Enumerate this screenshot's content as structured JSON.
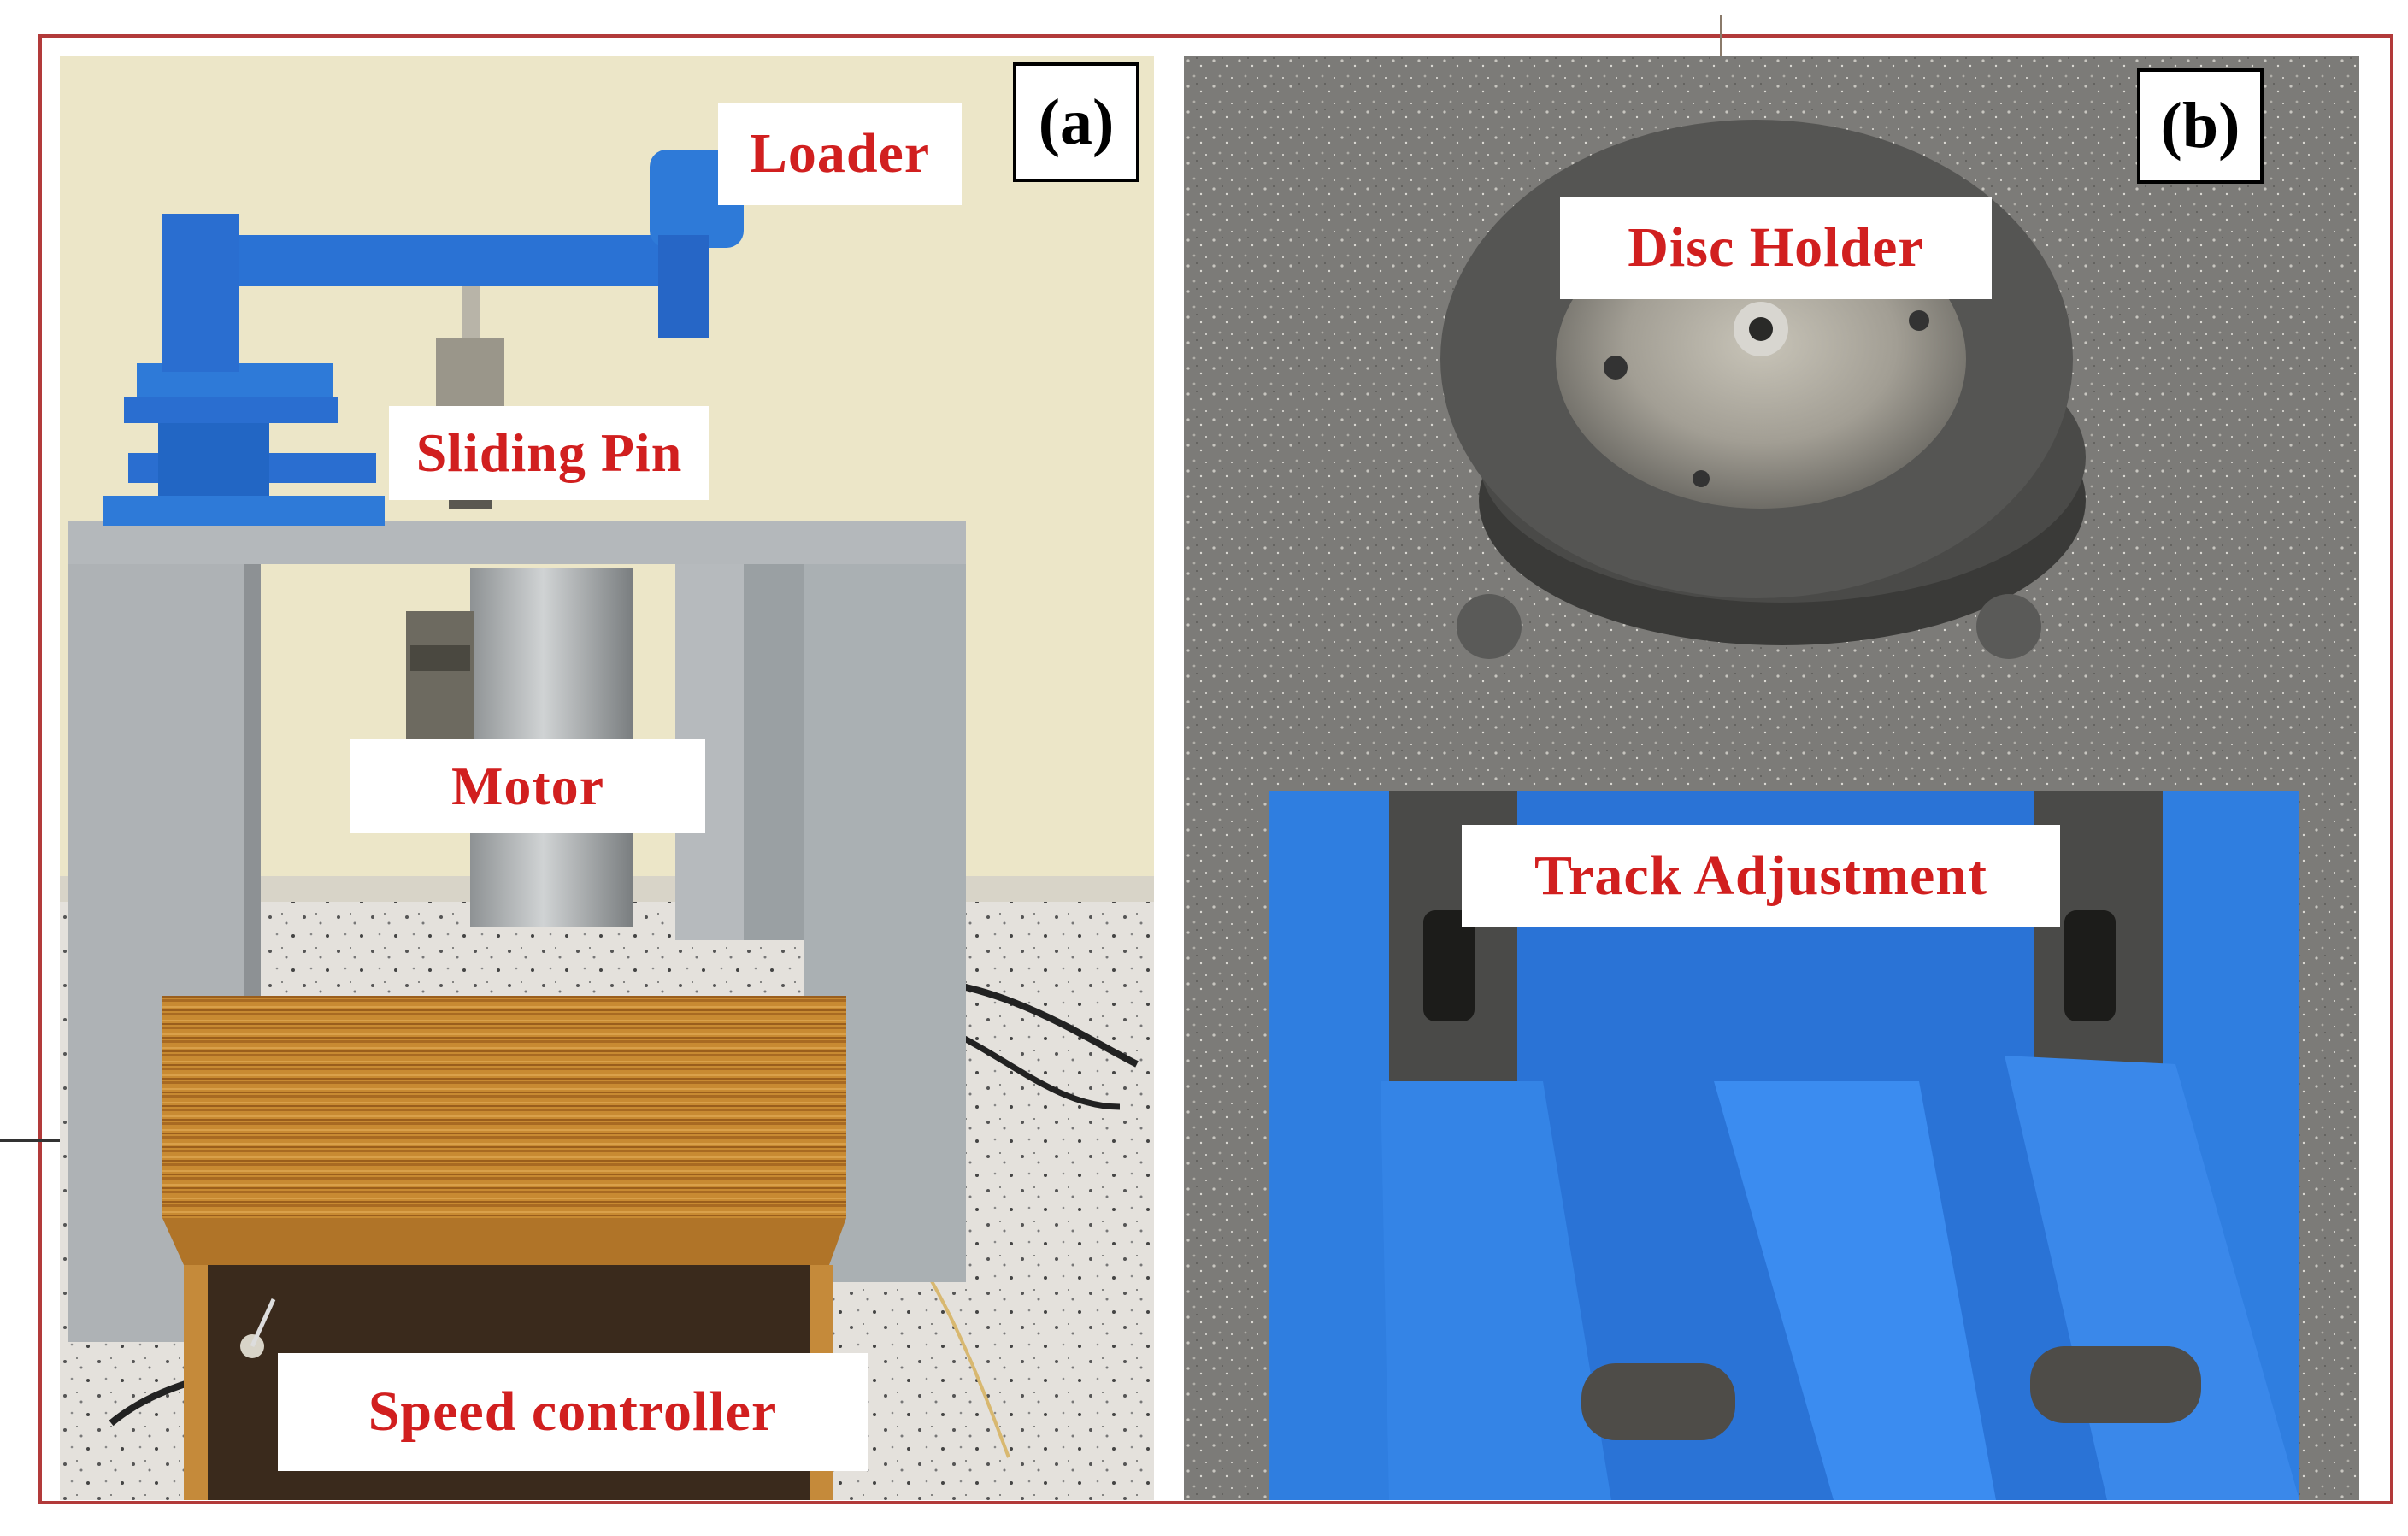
{
  "figure": {
    "accent_color": "#d11f1f",
    "frame_color": "#b23a3a"
  },
  "panel_a": {
    "id_label": "(a)",
    "labels": {
      "loader": "Loader",
      "sliding_pin": "Sliding Pin",
      "motor": "Motor",
      "speed_controller": "Speed controller"
    }
  },
  "panel_b": {
    "id_label": "(b)",
    "labels": {
      "disc_holder": "Disc Holder",
      "track_adjustment": "Track Adjustment"
    }
  }
}
